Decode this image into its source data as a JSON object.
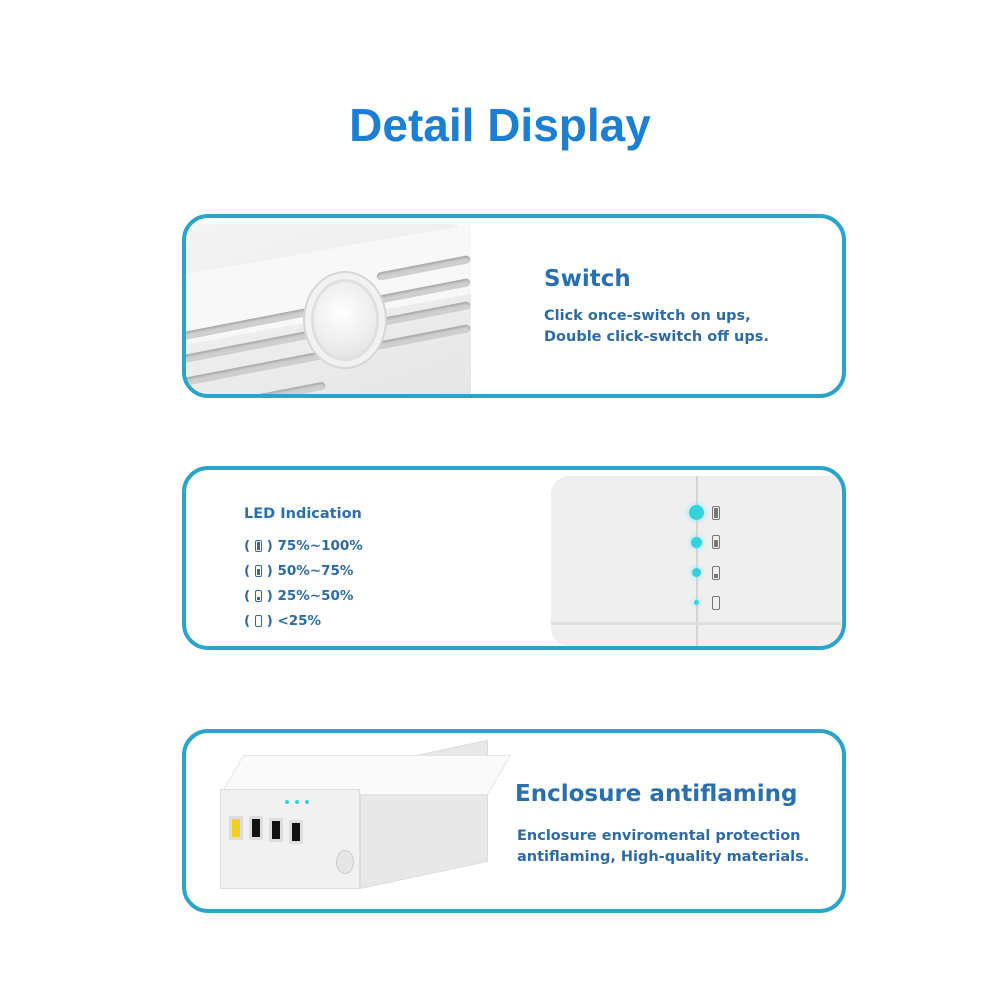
{
  "title": "Detail Display",
  "switch": {
    "heading": "Switch",
    "lines": [
      "Click once-switch on ups,",
      "Double click-switch off ups."
    ]
  },
  "led": {
    "heading": "LED Indication",
    "rows": [
      {
        "label": "75%~100%",
        "level": 4
      },
      {
        "label": "50%~75%",
        "level": 3
      },
      {
        "label": "25%~50%",
        "level": 2
      },
      {
        "label": "<25%",
        "level": 1
      }
    ]
  },
  "enclosure": {
    "heading": "Enclosure antiflaming",
    "lines": [
      "Enclosure enviromental protection",
      "antiflaming, High-quality materials."
    ]
  },
  "colors": {
    "title": "#1c7fd4",
    "border": "#2ba4c9",
    "text": "#2e6aa6",
    "led": "#30d3de"
  }
}
